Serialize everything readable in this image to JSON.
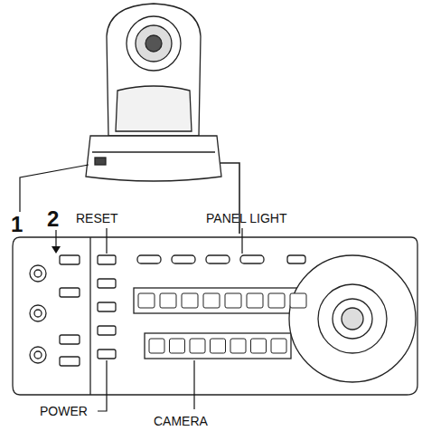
{
  "diagram": {
    "labels": [
      "1",
      "2",
      "RESET",
      "PANEL LIGHT",
      "POWER",
      "CAMERA"
    ]
  }
}
